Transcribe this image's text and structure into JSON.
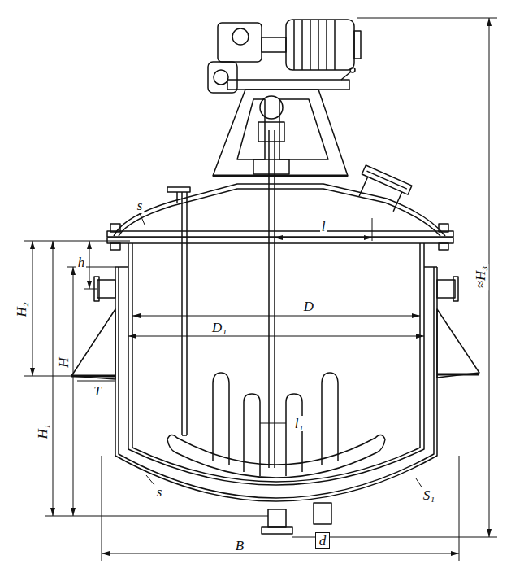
{
  "diagram": {
    "labels": [
      "s",
      "l",
      "h",
      "H₂",
      "D",
      "D₁",
      "H",
      "H₁",
      "T",
      "l₁",
      "s",
      "S₁",
      "d",
      "B",
      "≈H₃"
    ]
  }
}
